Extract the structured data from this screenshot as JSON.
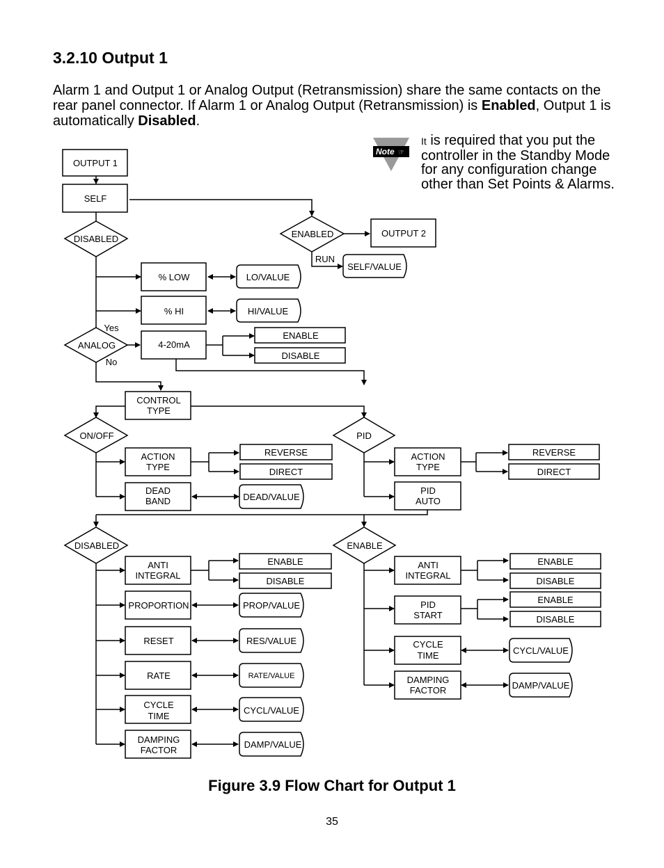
{
  "section": {
    "heading": "3.2.10 Output 1"
  },
  "intro": {
    "part1": "Alarm 1 and Output 1 or Analog Output (Retransmission) share the same contacts on the rear panel connector. If Alarm 1 or Analog Output (Retransmission) is ",
    "bold1": "Enabled",
    "part2": ", Output 1 is automatically ",
    "bold2": "Disabled",
    "part3": "."
  },
  "note": {
    "icon_label": "Note",
    "lead": "It",
    "text": " is required that you put the controller in the Standby Mode for any configuration change other than Set Points & Alarms."
  },
  "flowchart": {
    "output1": "OUTPUT 1",
    "self": "SELF",
    "disabled_top": "DISABLED",
    "enabled": "ENABLED",
    "output2": "OUTPUT 2",
    "run": "RUN",
    "self_value": "SELF/VALUE",
    "pct_low": "% LOW",
    "lo_value": "LO/VALUE",
    "pct_hi": "% HI",
    "hi_value": "HI/VALUE",
    "yes": "Yes",
    "no": "No",
    "analog": "ANALOG",
    "ma": "4-20mA",
    "analog_enable": "ENABLE",
    "analog_disable": "DISABLE",
    "control_type": [
      "CONTROL",
      "TYPE"
    ],
    "onoff": "ON/OFF",
    "pid": "PID",
    "action_type": [
      "ACTION",
      "TYPE"
    ],
    "reverse": "REVERSE",
    "direct": "DIRECT",
    "dead_band": [
      "DEAD",
      "BAND"
    ],
    "dead_value": "DEAD/VALUE",
    "pid_auto": [
      "PID",
      "AUTO"
    ],
    "disabled_bottom": "DISABLED",
    "enable_bottom": "ENABLE",
    "anti_integral": [
      "ANTI",
      "INTEGRAL"
    ],
    "enable": "ENABLE",
    "disable": "DISABLE",
    "proportion": "PROPORTION",
    "prop_value": "PROP/VALUE",
    "reset": "RESET",
    "res_value": "RES/VALUE",
    "rate": "RATE",
    "rate_value": "RATE/VALUE",
    "cycle_time": [
      "CYCLE",
      "TIME"
    ],
    "cycl_value": "CYCL/VALUE",
    "damping_factor": [
      "DAMPING",
      "FACTOR"
    ],
    "damp_value": "DAMP/VALUE",
    "pid_start": [
      "PID",
      "START"
    ]
  },
  "caption": "Figure 3.9 Flow Chart for Output 1",
  "page_number": "35"
}
